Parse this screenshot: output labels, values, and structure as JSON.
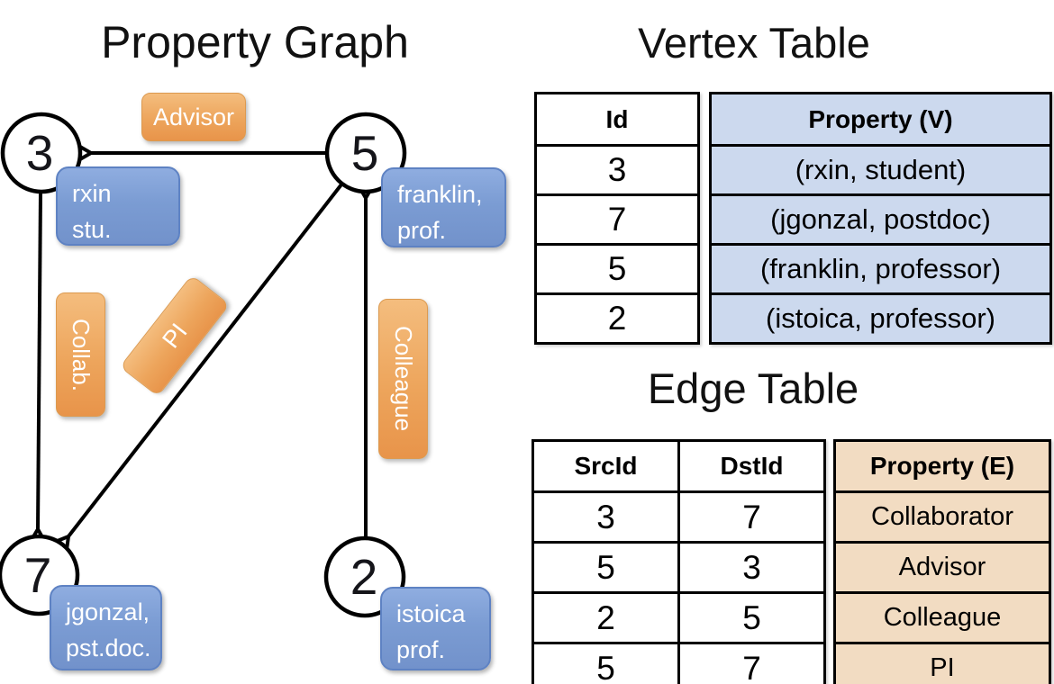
{
  "diagram": {
    "title": "Property Graph",
    "nodes": [
      {
        "label": "3",
        "line1": "rxin",
        "line2": "stu."
      },
      {
        "label": "5",
        "line1": "franklin,",
        "line2": "prof."
      },
      {
        "label": "7",
        "line1": "jgonzal,",
        "line2": "pst.doc."
      },
      {
        "label": "2",
        "line1": "istoica",
        "line2": "prof."
      }
    ],
    "edges": [
      {
        "label": "Advisor"
      },
      {
        "label": "Collab."
      },
      {
        "label": "PI"
      },
      {
        "label": "Colleague"
      }
    ]
  },
  "vertex_table": {
    "title": "Vertex Table",
    "col_id": "Id",
    "col_property": "Property (V)",
    "rows": [
      {
        "id": "3",
        "property": "(rxin, student)"
      },
      {
        "id": "7",
        "property": "(jgonzal, postdoc)"
      },
      {
        "id": "5",
        "property": "(franklin, professor)"
      },
      {
        "id": "2",
        "property": "(istoica, professor)"
      }
    ]
  },
  "edge_table": {
    "title": "Edge Table",
    "col_src": "SrcId",
    "col_dst": "DstId",
    "col_property": "Property (E)",
    "rows": [
      {
        "src": "3",
        "dst": "7",
        "property": "Collaborator"
      },
      {
        "src": "5",
        "dst": "3",
        "property": "Advisor"
      },
      {
        "src": "2",
        "dst": "5",
        "property": "Colleague"
      },
      {
        "src": "5",
        "dst": "7",
        "property": "PI"
      }
    ]
  },
  "colors": {
    "edge_label_orange": "#eda55c",
    "property_box_blue": "#7b9cd3",
    "vertex_table_fill": "#ccd9ee",
    "edge_table_fill": "#f2dcc2",
    "line_black": "#000000"
  }
}
